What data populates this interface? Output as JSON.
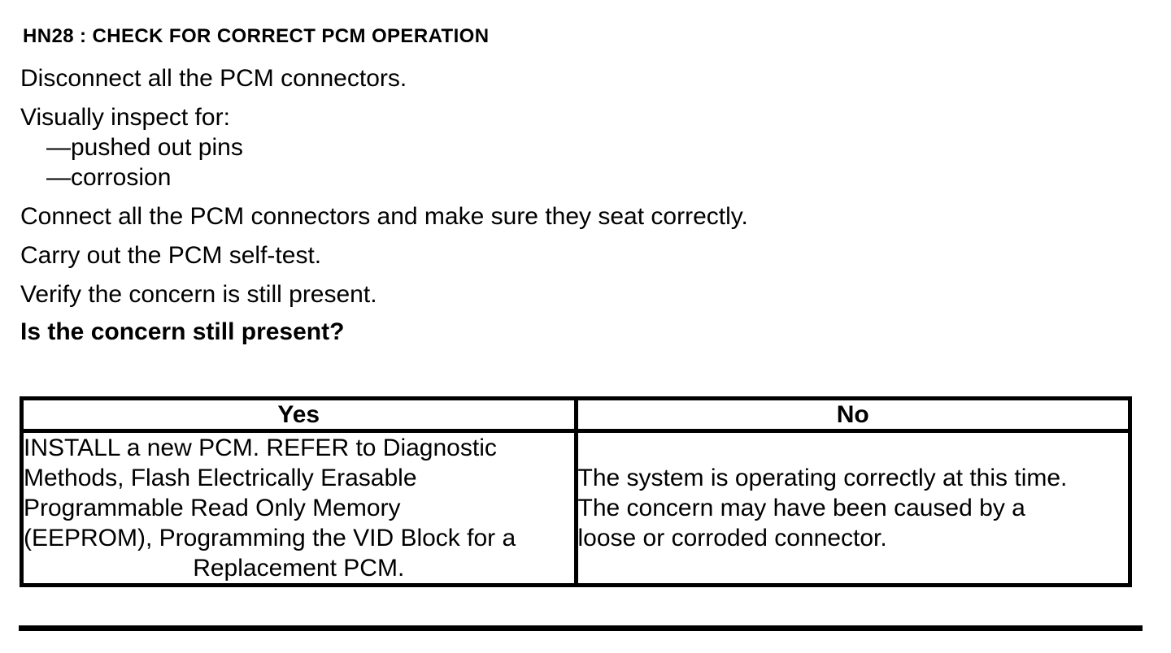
{
  "doc": {
    "heading": "HN28 : CHECK FOR CORRECT PCM OPERATION",
    "steps": {
      "disconnect": "Disconnect all the PCM connectors.",
      "inspect_label": "Visually inspect for:",
      "inspect_items": [
        "—pushed out pins",
        "—corrosion"
      ],
      "connect": "Connect all the PCM connectors and make sure they seat correctly.",
      "self_test": "Carry out the PCM self-test.",
      "verify": "Verify the concern is still present."
    },
    "question": "Is the concern still present?"
  },
  "decision_table": {
    "yes": {
      "header": "Yes",
      "lines": [
        "INSTALL a new PCM. REFER to Diagnostic",
        "Methods, Flash Electrically Erasable",
        "Programmable Read Only Memory",
        "(EEPROM), Programming the VID Block for a",
        "Replacement PCM."
      ]
    },
    "no": {
      "header": "No",
      "lines": [
        "The system is operating correctly at this time.",
        "The concern may have been caused by a",
        "loose or corroded connector."
      ]
    }
  },
  "colors": {
    "text": "#000000",
    "background": "#ffffff",
    "border": "#000000"
  }
}
